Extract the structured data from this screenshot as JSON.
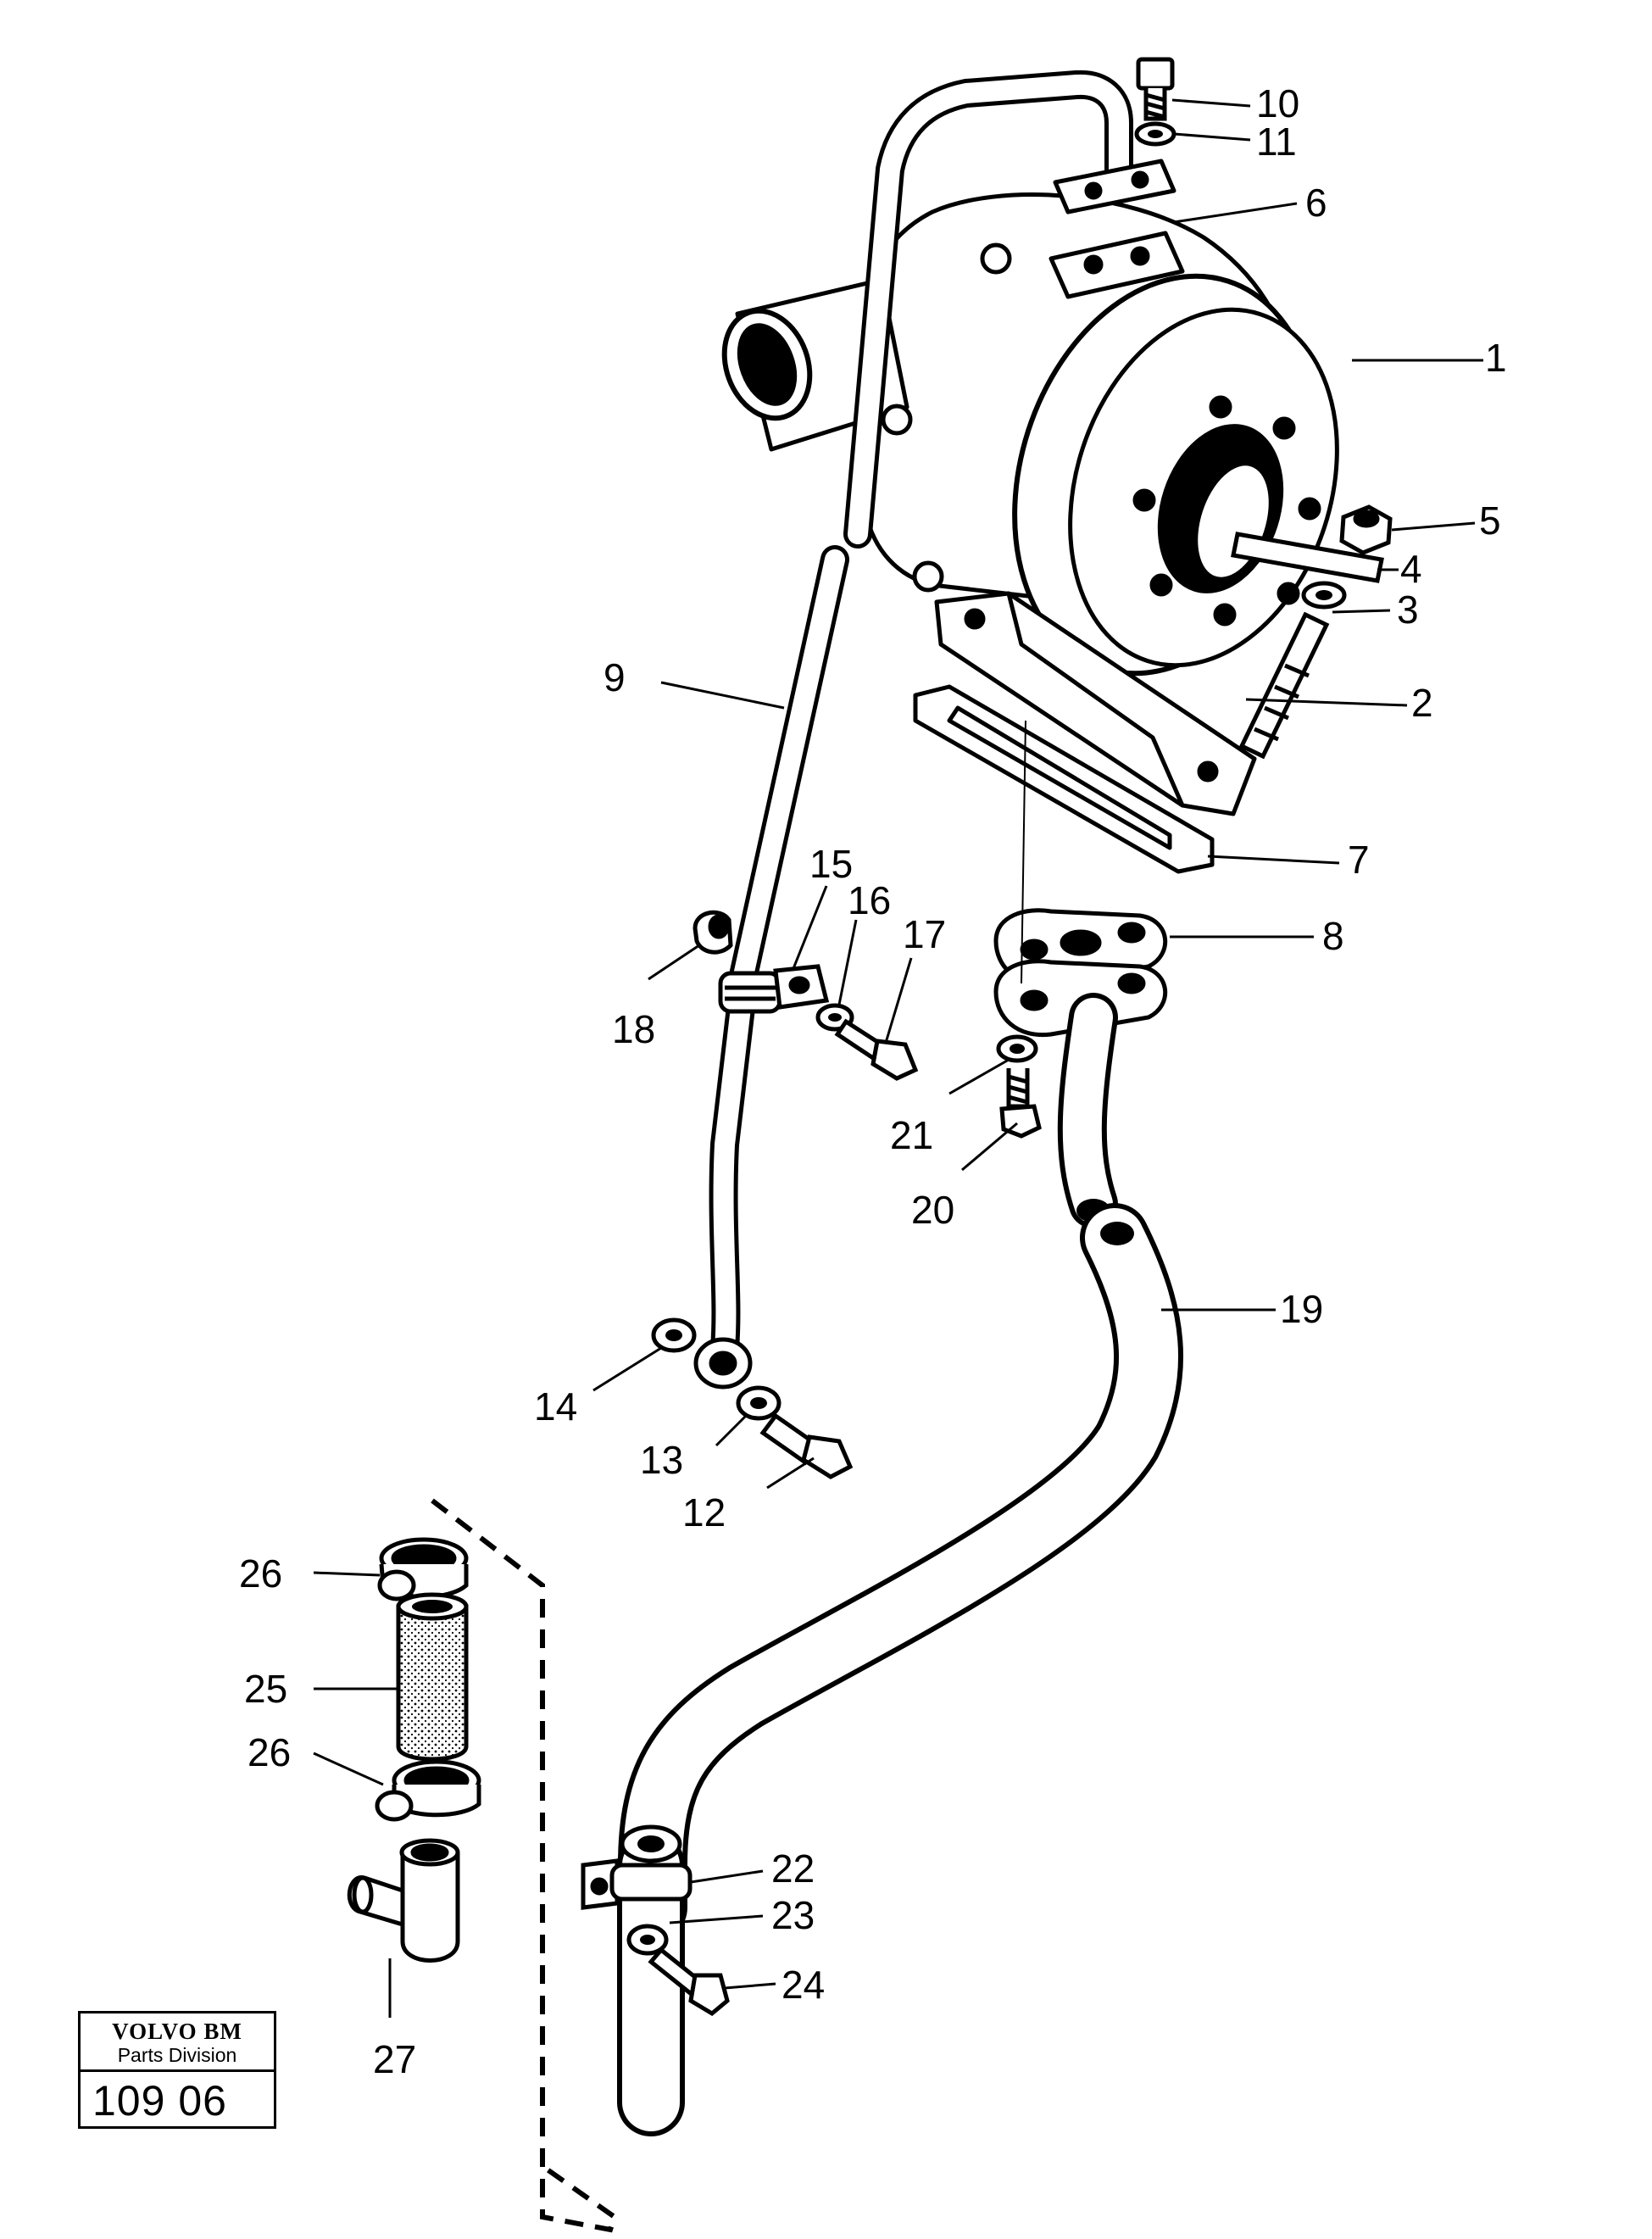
{
  "callouts": {
    "c1": "1",
    "c2": "2",
    "c3": "3",
    "c4": "4",
    "c5": "5",
    "c6": "6",
    "c7": "7",
    "c8": "8",
    "c9": "9",
    "c10": "10",
    "c11": "11",
    "c12": "12",
    "c13": "13",
    "c14": "14",
    "c15": "15",
    "c16": "16",
    "c17": "17",
    "c18": "18",
    "c19": "19",
    "c20": "20",
    "c21": "21",
    "c22": "22",
    "c23": "23",
    "c24": "24",
    "c25": "25",
    "c26a": "26",
    "c26b": "26",
    "c27": "27"
  },
  "stamp": {
    "brand": "VOLVO BM",
    "division": "Parts Division",
    "code": "109 06"
  }
}
